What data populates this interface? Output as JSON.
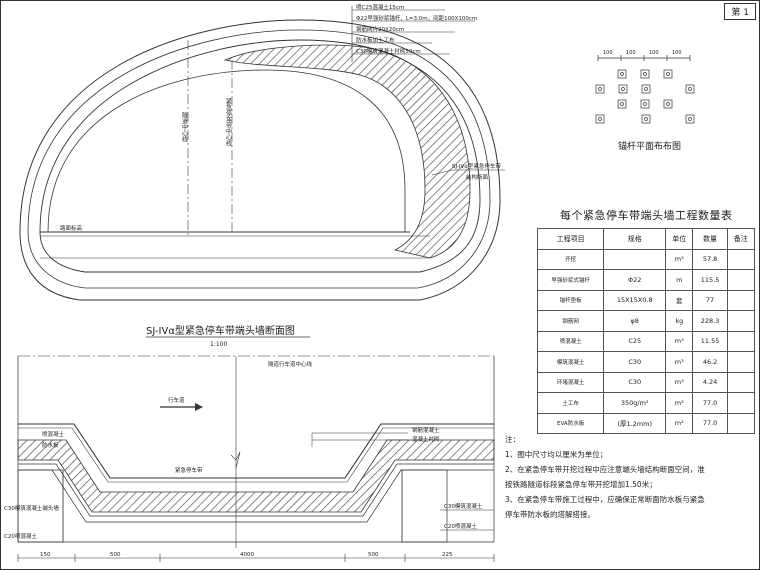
{
  "sheet_number": "第 1",
  "tunnel": {
    "callouts": [
      "喷C25混凝土15cm",
      "Φ22早强砂浆锚杆，L=3.0m，间距100X100cm",
      "钢筋网片20X20cm",
      "防水板加土工布",
      "C30模筑混凝土衬砌50cm"
    ],
    "label_tunnel_center": "隧道中心线",
    "label_bay_center": "紧急停车带中心线",
    "label_road": "路面标高",
    "label_right_1": "SJ-IVα型紧急停车带",
    "label_right_2": "结构断面",
    "section_title": "SJ-IVα型紧急停车带端头墙断面图",
    "scale": "1:100"
  },
  "plan": {
    "label_center": "隧道行车道中心线",
    "label_direction": "行车道",
    "label_bay": "紧急停车带",
    "labels_left": [
      "喷混凝土",
      "防水板"
    ],
    "labels_right": [
      "钢筋混凝土",
      "混凝土衬砌"
    ],
    "label_c30_1": "C30模筑混凝土端头墙",
    "label_c20_1": "C20喷混凝土",
    "label_c30_2": "C30模筑混凝土",
    "label_c20_2": "C20喷混凝土",
    "dims": [
      "150",
      "500",
      "4000",
      "500",
      "225"
    ]
  },
  "anchor": {
    "title": "锚杆平面布布图",
    "dims": [
      "100",
      "100",
      "100",
      "100"
    ]
  },
  "quantity_table": {
    "title": "每个紧急停车带端头墙工程数量表",
    "headers": [
      "工程项目",
      "规格",
      "单位",
      "数量",
      "备注"
    ],
    "rows": [
      [
        "开挖",
        "",
        "m³",
        "57.8",
        ""
      ],
      [
        "早强砂浆式锚杆",
        "Φ22",
        "m",
        "115.5",
        ""
      ],
      [
        "锚杆垫板",
        "15X15X0.8",
        "套",
        "77",
        ""
      ],
      [
        "钢筋网",
        "φ8",
        "kg",
        "228.3",
        ""
      ],
      [
        "喷混凝土",
        "C25",
        "m³",
        "11.55",
        ""
      ],
      [
        "模筑混凝土",
        "C30",
        "m³",
        "46.2",
        ""
      ],
      [
        "环堵混凝土",
        "C30",
        "m³",
        "4.24",
        ""
      ],
      [
        "土工布",
        "350g/m²",
        "m²",
        "77.0",
        ""
      ],
      [
        "EVA防水板",
        "(厚1.2mm)",
        "m²",
        "77.0",
        ""
      ]
    ]
  },
  "notes": {
    "heading": "注：",
    "lines": [
      "1、图中尺寸均以厘米为单位；",
      "2、在紧急停车带开挖过程中应注意端头墙结构断面空间，准",
      "   按铁路隧道标段紧急停车带开挖增加1.50米；",
      "3、在紧急停车带施工过程中，应确保正常断面防水板与紧急",
      "   停车带防水板的塔解搭接。"
    ]
  }
}
